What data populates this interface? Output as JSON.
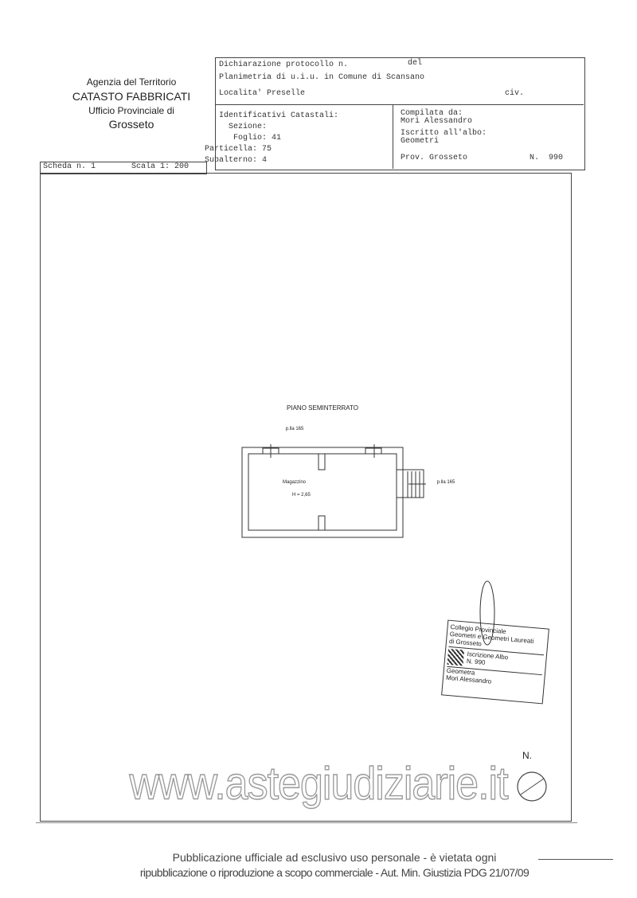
{
  "agency": {
    "line1": "Agenzia del Territorio",
    "line2": "CATASTO FABBRICATI",
    "line3": "Ufficio Provinciale di",
    "line4": "Grosseto"
  },
  "header": {
    "protocollo": "Dichiarazione protocollo n.",
    "del": "del",
    "planimetria": "Planimetria di u.i.u. in Comune di Scansano",
    "localita": "Localita' Preselle",
    "civ": "civ.",
    "identificativi": "Identificativi Catastali:",
    "sezione": "Sezione:",
    "foglio": "Foglio: 41",
    "particella": "Particella: 75",
    "subalterno": "Subalterno: 4",
    "compilata": "Compilata da:",
    "compilatore": "Mori Alessandro",
    "iscritto": "Iscritto all'albo:",
    "albo": "Geometri",
    "prov": "Prov. Grosseto",
    "numero": "N.  990"
  },
  "scheda": "Scheda n. 1",
  "scala": "Scala 1: 200",
  "plan": {
    "title": "PIANO SEMINTERRATO",
    "neighbor_top": "p.lla 165",
    "neighbor_right": "p.lla 165",
    "room": "Magazzino",
    "height": "H = 2,65"
  },
  "stamp": {
    "l1": "Collegio Provinciale",
    "l2": "Geometri e Geometri Laureati",
    "l3": "di Grosseto",
    "l4": "Iscrizione Albo",
    "l5": "N. 990",
    "l6": "Geometra",
    "l7": "Mori Alessandro"
  },
  "north": "N.",
  "watermark": "www.astegiudiziarie.it",
  "footer": {
    "line1": "Pubblicazione ufficiale ad esclusivo uso personale - è vietata ogni",
    "line2": "ripubblicazione o riproduzione a scopo commerciale - Aut. Min. Giustizia PDG 21/07/09"
  }
}
